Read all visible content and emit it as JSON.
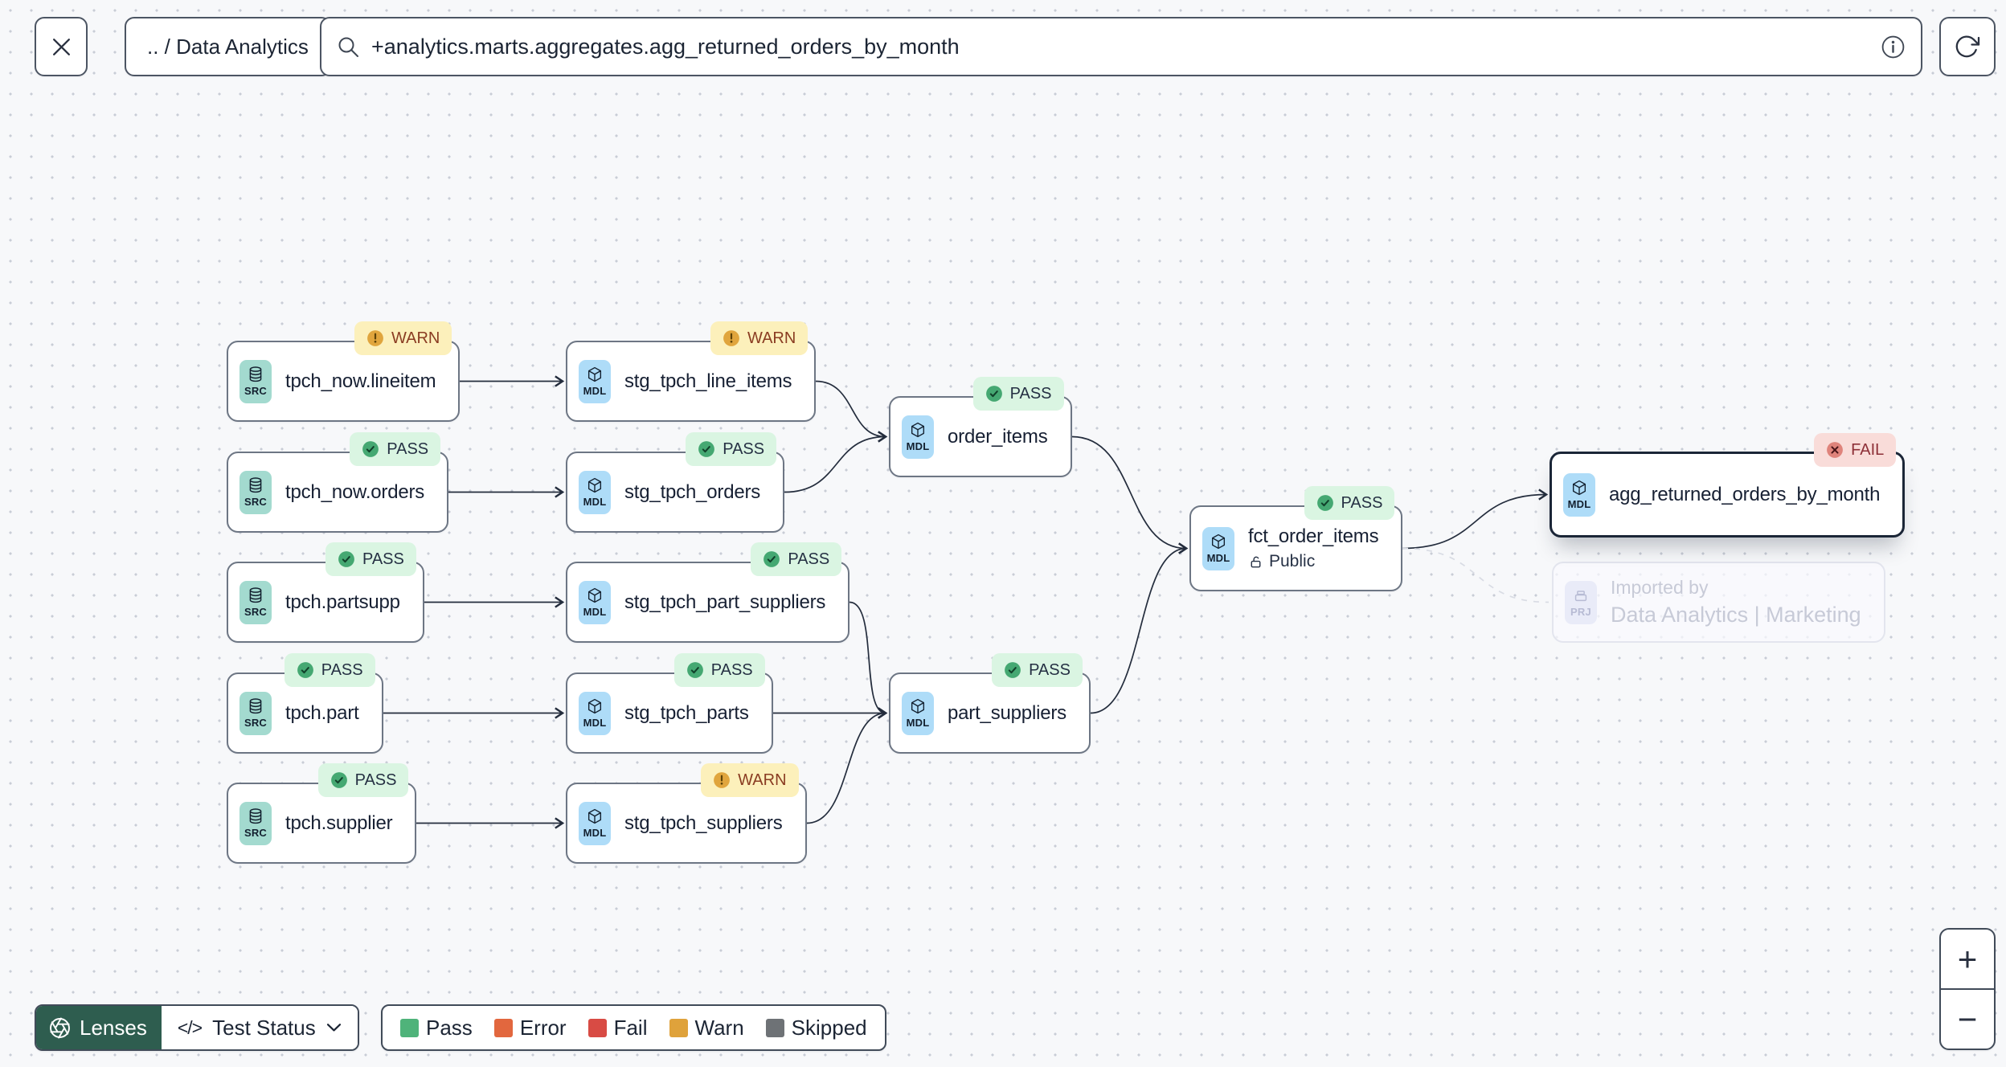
{
  "topbar": {
    "breadcrumb": ".. / Data Analytics",
    "search": {
      "value": "+analytics.marts.aggregates.agg_returned_orders_by_month"
    }
  },
  "graph": {
    "nodes": [
      {
        "id": "tpch_now_lineitem",
        "label": "tpch_now.lineitem",
        "tile": "SRC",
        "badge": "WARN"
      },
      {
        "id": "stg_tpch_line_items",
        "label": "stg_tpch_line_items",
        "tile": "MDL",
        "badge": "WARN"
      },
      {
        "id": "tpch_now_orders",
        "label": "tpch_now.orders",
        "tile": "SRC",
        "badge": "PASS"
      },
      {
        "id": "stg_tpch_orders",
        "label": "stg_tpch_orders",
        "tile": "MDL",
        "badge": "PASS"
      },
      {
        "id": "order_items",
        "label": "order_items",
        "tile": "MDL",
        "badge": "PASS"
      },
      {
        "id": "tpch_partsupp",
        "label": "tpch.partsupp",
        "tile": "SRC",
        "badge": "PASS"
      },
      {
        "id": "stg_tpch_part_suppliers",
        "label": "stg_tpch_part_suppliers",
        "tile": "MDL",
        "badge": "PASS"
      },
      {
        "id": "tpch_part",
        "label": "tpch.part",
        "tile": "SRC",
        "badge": "PASS"
      },
      {
        "id": "stg_tpch_parts",
        "label": "stg_tpch_parts",
        "tile": "MDL",
        "badge": "PASS"
      },
      {
        "id": "part_suppliers",
        "label": "part_suppliers",
        "tile": "MDL",
        "badge": "PASS"
      },
      {
        "id": "tpch_supplier",
        "label": "tpch.supplier",
        "tile": "SRC",
        "badge": "PASS"
      },
      {
        "id": "stg_tpch_suppliers",
        "label": "stg_tpch_suppliers",
        "tile": "MDL",
        "badge": "WARN"
      },
      {
        "id": "fct_order_items",
        "label": "fct_order_items",
        "tile": "MDL",
        "badge": "PASS",
        "sublabel": "Public"
      },
      {
        "id": "agg_returned_orders_by_month",
        "label": "agg_returned_orders_by_month",
        "tile": "MDL",
        "badge": "FAIL",
        "selected": true
      },
      {
        "id": "imported_by",
        "label_line1": "Imported by",
        "label_line2": "Data Analytics | Marketing",
        "tile": "PRJ",
        "ghost": true
      }
    ],
    "edges": [
      {
        "from": "tpch_now_lineitem",
        "to": "stg_tpch_line_items"
      },
      {
        "from": "tpch_now_orders",
        "to": "stg_tpch_orders"
      },
      {
        "from": "tpch_partsupp",
        "to": "stg_tpch_part_suppliers"
      },
      {
        "from": "tpch_part",
        "to": "stg_tpch_parts"
      },
      {
        "from": "tpch_supplier",
        "to": "stg_tpch_suppliers"
      },
      {
        "from": "stg_tpch_line_items",
        "to": "order_items"
      },
      {
        "from": "stg_tpch_orders",
        "to": "order_items"
      },
      {
        "from": "stg_tpch_part_suppliers",
        "to": "part_suppliers"
      },
      {
        "from": "stg_tpch_parts",
        "to": "part_suppliers"
      },
      {
        "from": "stg_tpch_suppliers",
        "to": "part_suppliers"
      },
      {
        "from": "order_items",
        "to": "fct_order_items"
      },
      {
        "from": "part_suppliers",
        "to": "fct_order_items"
      },
      {
        "from": "fct_order_items",
        "to": "agg_returned_orders_by_month"
      },
      {
        "from": "fct_order_items",
        "to": "imported_by",
        "style": "dashed"
      }
    ]
  },
  "footer": {
    "lenses_label": "Lenses",
    "lens_selected": "Test Status",
    "code_glyph": "</>"
  },
  "legend": {
    "items": [
      {
        "label": "Pass",
        "color": "#4fb37a"
      },
      {
        "label": "Error",
        "color": "#e2673e"
      },
      {
        "label": "Fail",
        "color": "#d84b44"
      },
      {
        "label": "Warn",
        "color": "#dfa23b"
      },
      {
        "label": "Skipped",
        "color": "#6e7276"
      }
    ]
  },
  "zoom_controls": {
    "zoom_in": "+",
    "zoom_out": "−"
  },
  "colors": {
    "accent_green": "#2e5d4f",
    "pass_badge_bg": "#daf5e2",
    "warn_badge_bg": "#fcf0bb",
    "fail_badge_bg": "#f9dcd9",
    "src_tile": "#a3dacf",
    "mdl_tile": "#aedcf8",
    "edge": "#242d3d"
  }
}
